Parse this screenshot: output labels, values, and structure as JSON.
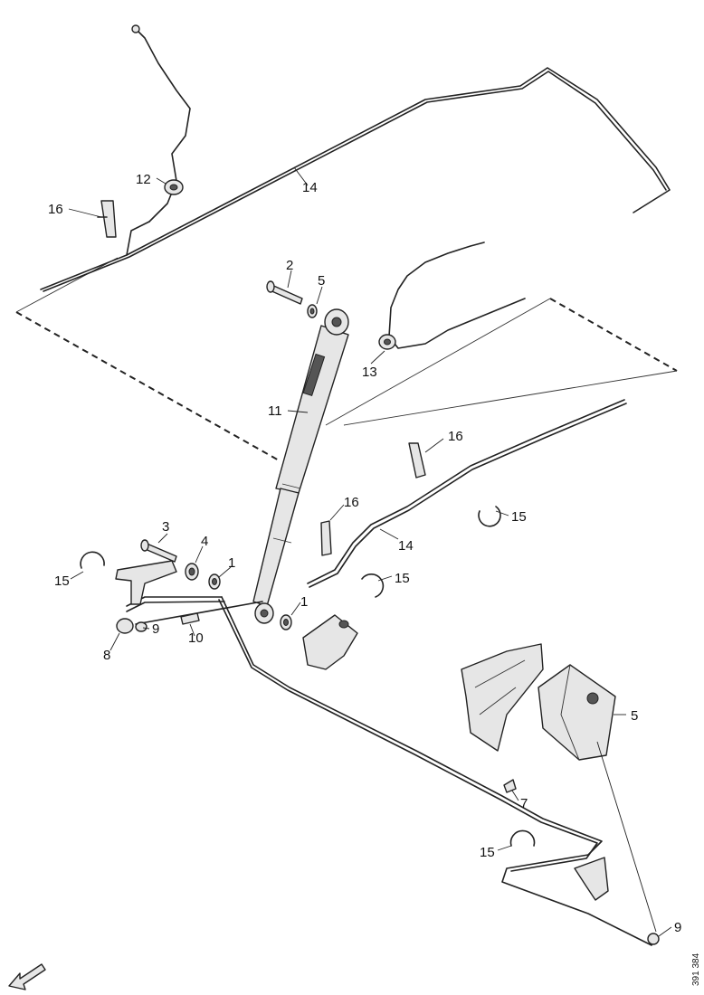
{
  "diagram": {
    "callouts": [
      {
        "id": "c12",
        "text": "12"
      },
      {
        "id": "c16a",
        "text": "16"
      },
      {
        "id": "c14a",
        "text": "14"
      },
      {
        "id": "c2",
        "text": "2"
      },
      {
        "id": "c5a",
        "text": "5"
      },
      {
        "id": "c13",
        "text": "13"
      },
      {
        "id": "c11",
        "text": "11"
      },
      {
        "id": "c16b",
        "text": "16"
      },
      {
        "id": "c15a",
        "text": "15"
      },
      {
        "id": "c16c",
        "text": "16"
      },
      {
        "id": "c3",
        "text": "3"
      },
      {
        "id": "c4",
        "text": "4"
      },
      {
        "id": "c1a",
        "text": "1"
      },
      {
        "id": "c14b",
        "text": "14"
      },
      {
        "id": "c15b",
        "text": "15"
      },
      {
        "id": "c15c",
        "text": "15"
      },
      {
        "id": "c1b",
        "text": "1"
      },
      {
        "id": "c9a",
        "text": "9"
      },
      {
        "id": "c8",
        "text": "8"
      },
      {
        "id": "c10",
        "text": "10"
      },
      {
        "id": "c5b",
        "text": "5"
      },
      {
        "id": "c7",
        "text": "7"
      },
      {
        "id": "c15d",
        "text": "15"
      },
      {
        "id": "c9b",
        "text": "9"
      }
    ],
    "figure_code": "391 384"
  }
}
